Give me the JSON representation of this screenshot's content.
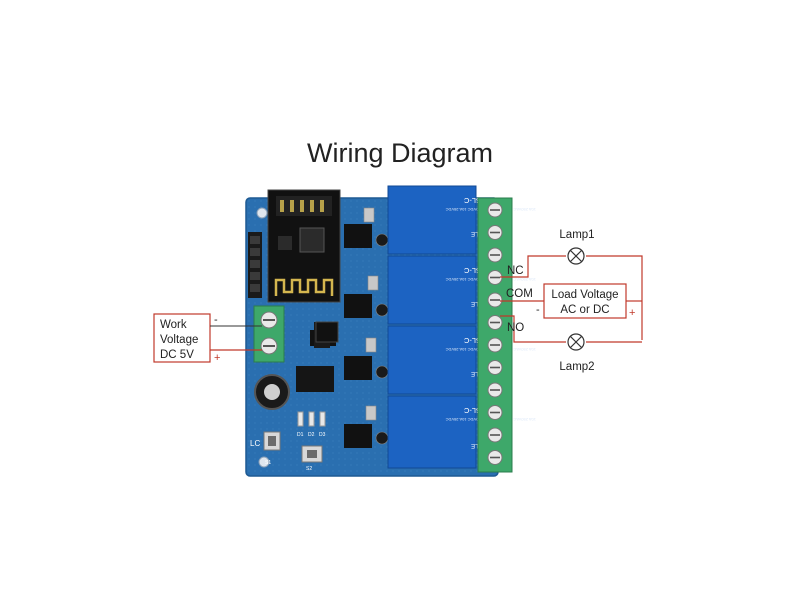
{
  "title": "Wiring Diagram",
  "labels": {
    "lamp1": "Lamp1",
    "lamp2": "Lamp2",
    "nc": "NC",
    "com": "COM",
    "no": "NO",
    "load_line1": "Load Voltage",
    "load_line2": "AC or DC",
    "load_minus": "-",
    "load_plus": "+",
    "work_line1": "Work",
    "work_line2": "Voltage",
    "work_line3": "DC 5V",
    "work_minus": "-",
    "work_plus": "+"
  },
  "relay_label": "SRD-05VDC-SL-C",
  "relay_rating": "10A 250VAC 10A 125VAC 10A 30VDC 10A 28VDC",
  "relay_brand": "SONGLE",
  "board_marks": {
    "lc": "LC",
    "s1": "S1",
    "s2": "S2",
    "d1": "D1",
    "d2": "D2",
    "d3": "D3"
  },
  "colors": {
    "board": "#2a6fb0",
    "relay": "#1c63c2",
    "terminal": "#3ea86a",
    "wire": "#c0392b",
    "label_border": "#c0392b",
    "text": "#222222"
  }
}
